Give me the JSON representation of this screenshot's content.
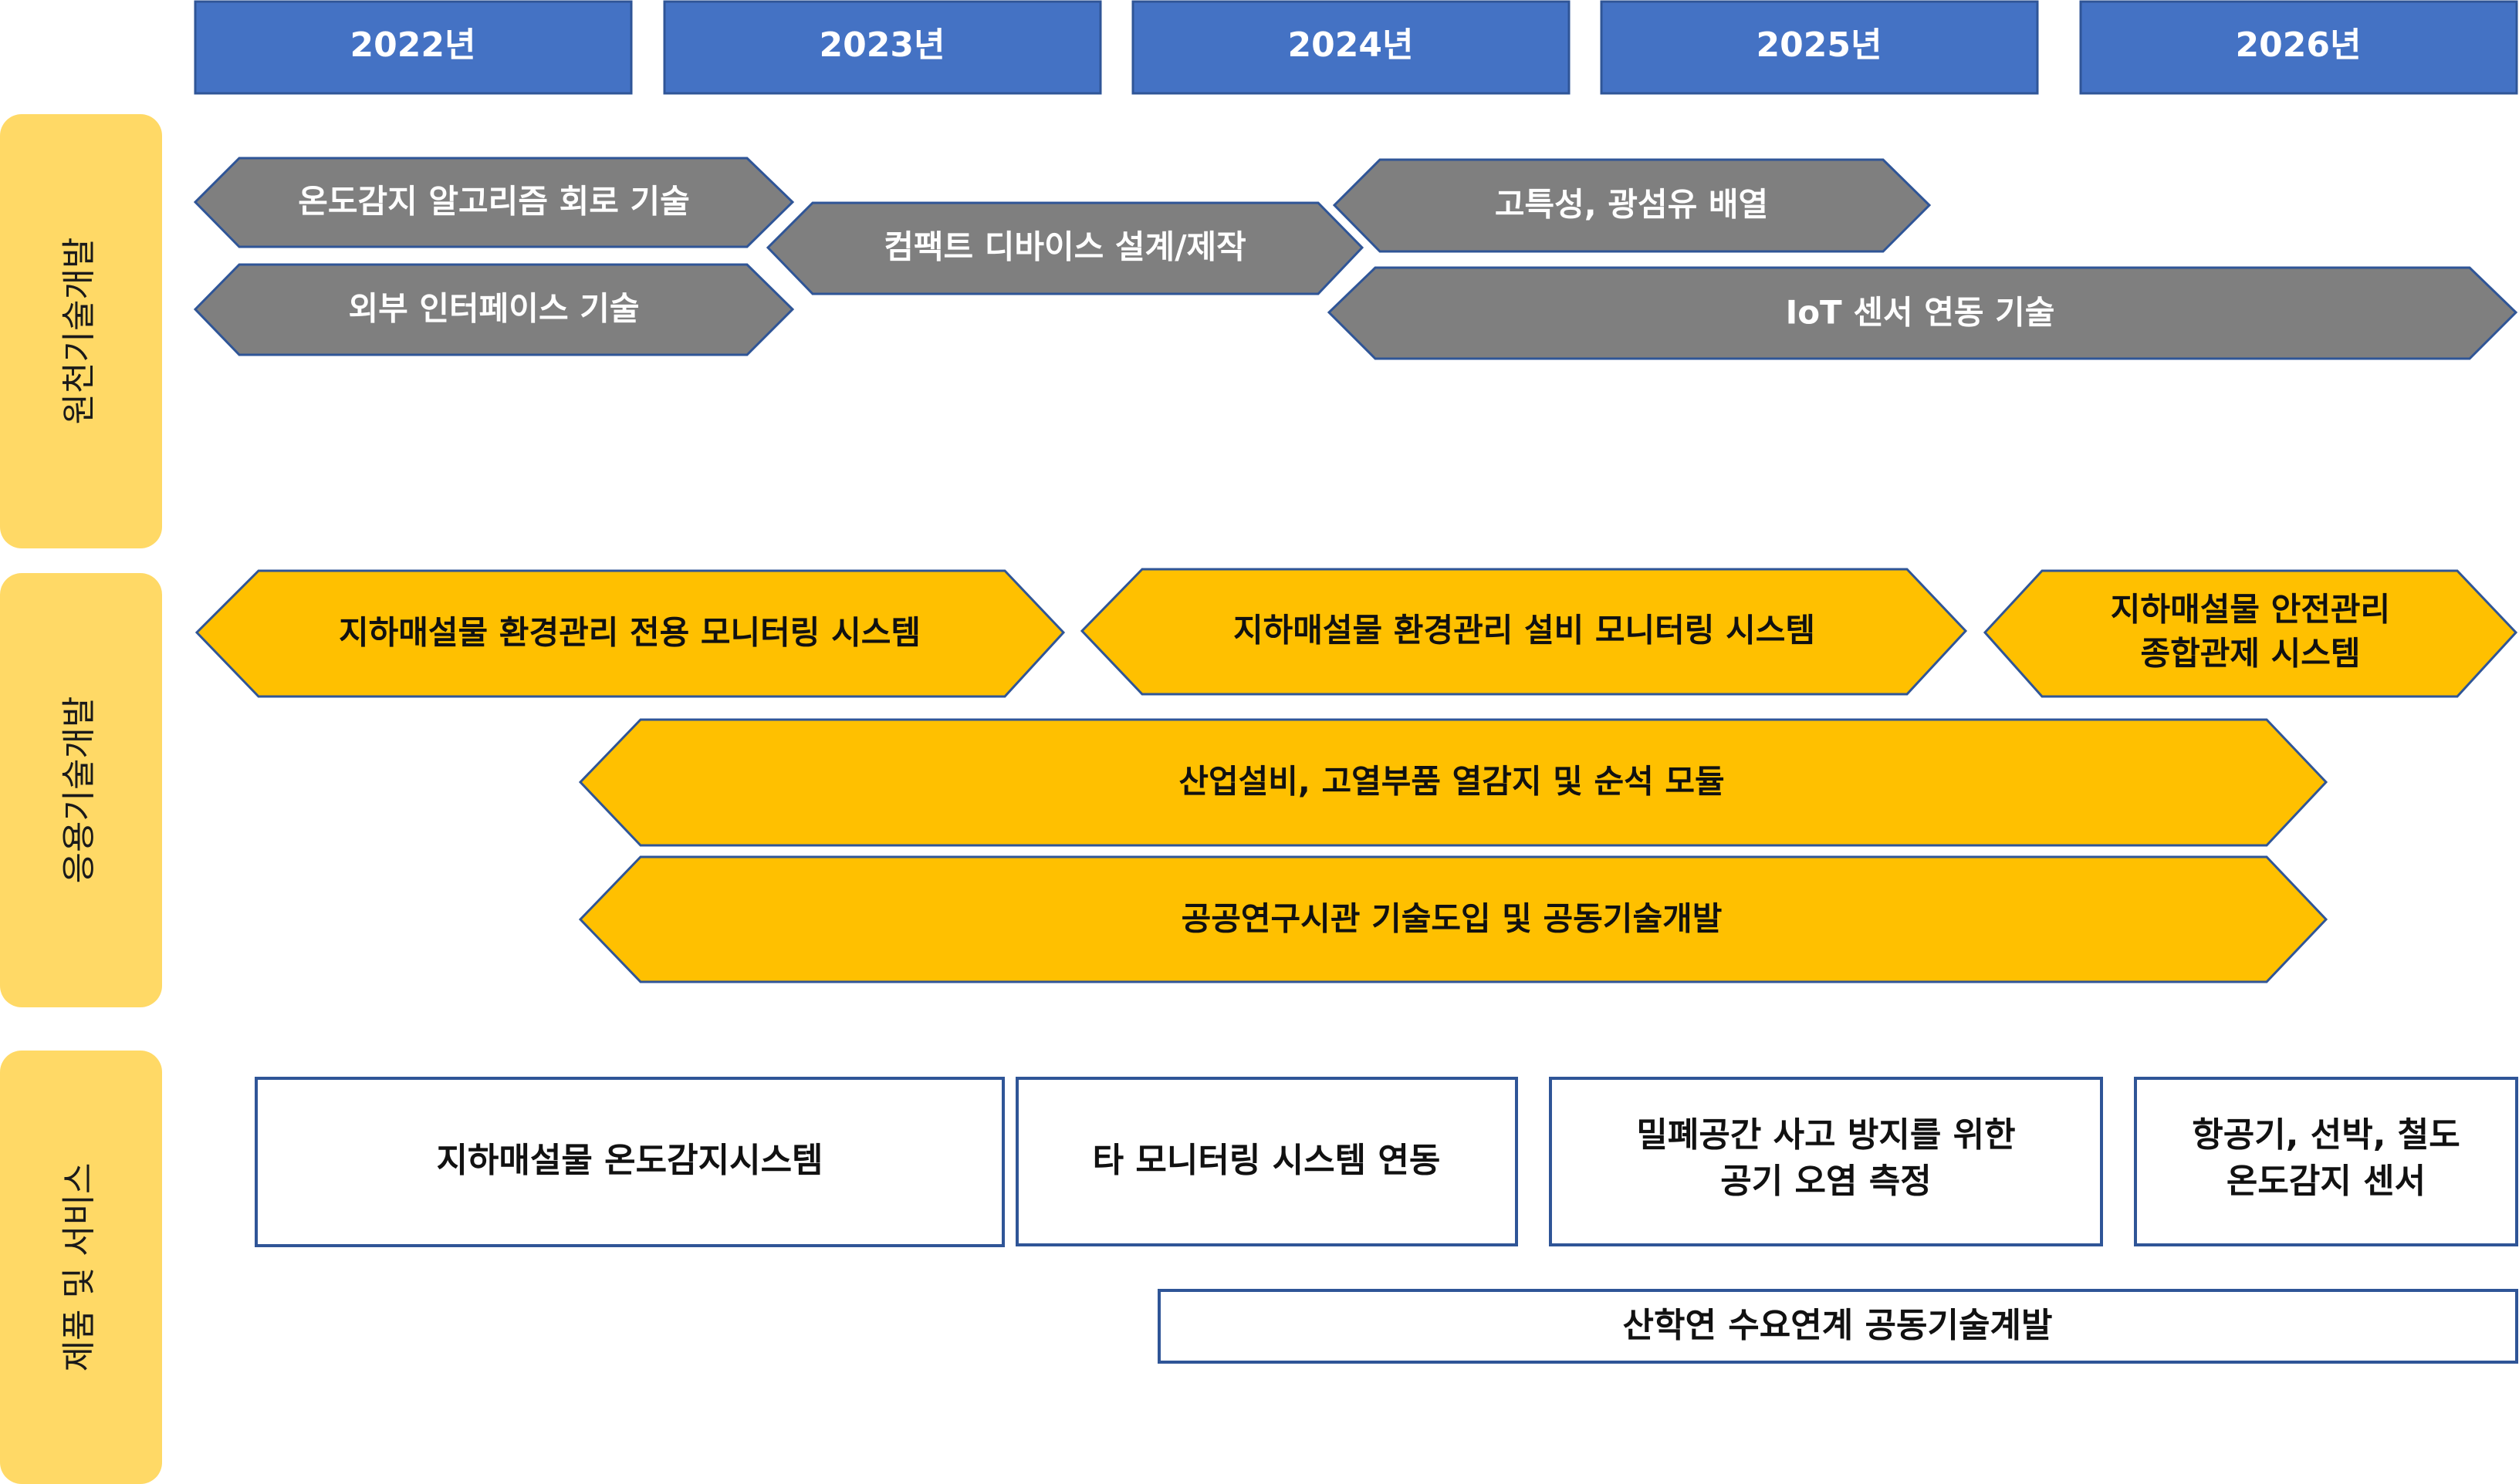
{
  "years": [
    "2022년",
    "2023년",
    "2024년",
    "2025년",
    "2026년"
  ],
  "categories": {
    "core": "원천기술개발",
    "applied": "응용기술개발",
    "product": "제품 및 서비스"
  },
  "core_tech": {
    "temp_algorithm": "온도감지 알고리즘  회로 기술",
    "external_interface": "외부 인터페이스 기술",
    "compact_device": "컴팩트 디바이스 설계/제작",
    "high_spec_fiber": "고특성, 광섬유 배열",
    "iot_sensor": "IoT 센서 연동 기술"
  },
  "applied_tech": {
    "dedicated_monitoring": "지하매설물 환경관리 전용 모니터링 시스템",
    "facility_monitoring": "지하매설물 환경관리 설비 모니터링 시스템",
    "safety_control": [
      "지하매설물 안전관리",
      "종합관제 시스템"
    ],
    "heat_detection_module": "산업설비, 고열부품 열감지 및 순석 모듈",
    "public_research": "공공연구시관 기술도입 및 공동기술개발"
  },
  "products": {
    "temp_system": "지하매설물 온도감지시스템",
    "other_monitoring": "타 모니터링 시스템 연동",
    "air_pollution": [
      "밀폐공간 사고 방지를 위한",
      "공기 오염 측정"
    ],
    "transport_sensor": [
      "항공기, 선박, 철도",
      "온도감지 센서"
    ],
    "industry_collab": "산학연 수요연계 공동기술계발"
  },
  "colors": {
    "year_header": "#4472c4",
    "category_tab": "#ffd966",
    "core_arrow": "#7f7f7f",
    "applied_arrow": "#ffc000",
    "outline": "#2f5597"
  }
}
